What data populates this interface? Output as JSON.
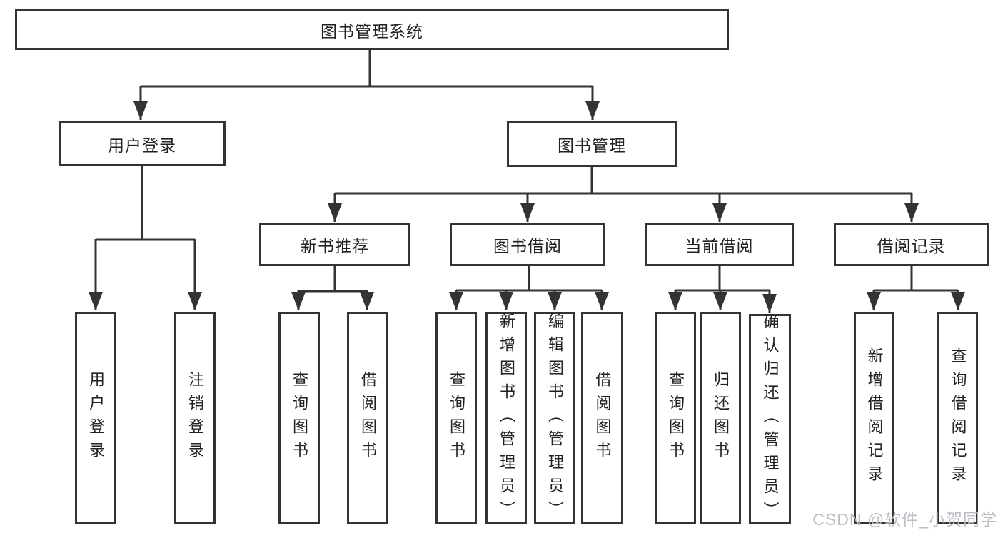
{
  "diagram": {
    "root": {
      "label": "图书管理系统"
    },
    "user_login": {
      "label": "用户登录",
      "leaves": [
        {
          "label": "用户登录"
        },
        {
          "label": "注销登录"
        }
      ]
    },
    "book_mgmt": {
      "label": "图书管理",
      "sections": [
        {
          "label": "新书推荐",
          "leaves": [
            {
              "label": "查询图书"
            },
            {
              "label": "借阅图书"
            }
          ]
        },
        {
          "label": "图书借阅",
          "leaves": [
            {
              "label": "查询图书"
            },
            {
              "label": "新增图书（管理员）"
            },
            {
              "label": "编辑图书（管理员）"
            },
            {
              "label": "借阅图书"
            }
          ]
        },
        {
          "label": "当前借阅",
          "leaves": [
            {
              "label": "查询图书"
            },
            {
              "label": "归还图书"
            },
            {
              "label": "确认归还（管理员）"
            }
          ]
        },
        {
          "label": "借阅记录",
          "leaves": [
            {
              "label": "新增借阅记录"
            },
            {
              "label": "查询借阅记录"
            }
          ]
        }
      ]
    },
    "colors": {
      "line": "#333333",
      "text": "#222222",
      "box_fill": "#ffffff",
      "watermark": "#b7bbc2",
      "background": "#ffffff"
    },
    "watermark": "CSDN @软件_小贺同学"
  }
}
